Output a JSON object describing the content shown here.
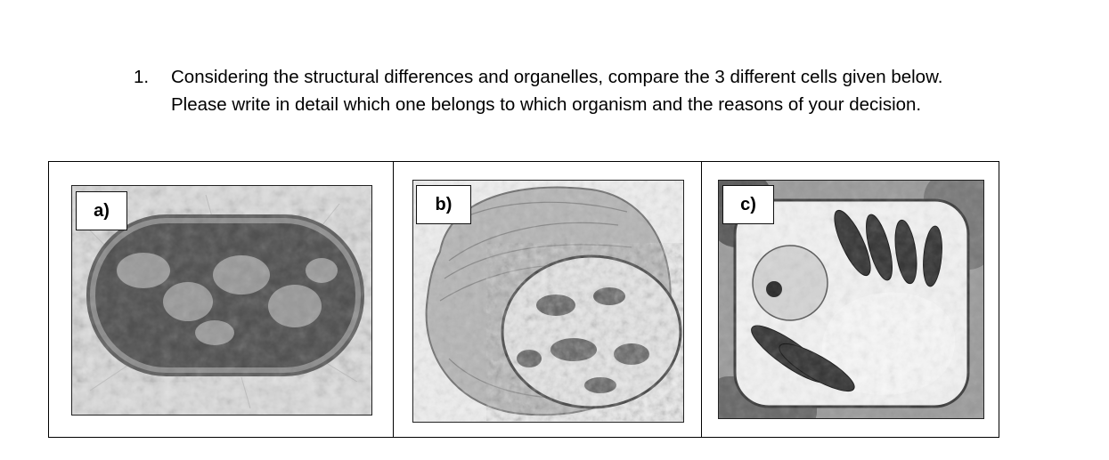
{
  "question": {
    "number": "1.",
    "text": "Considering the structural differences and organelles, compare the 3 different cells given below. Please write in detail which one belongs to which organism and the reasons of your decision."
  },
  "panels": [
    {
      "label": "a)"
    },
    {
      "label": "b)"
    },
    {
      "label": "c)"
    }
  ]
}
